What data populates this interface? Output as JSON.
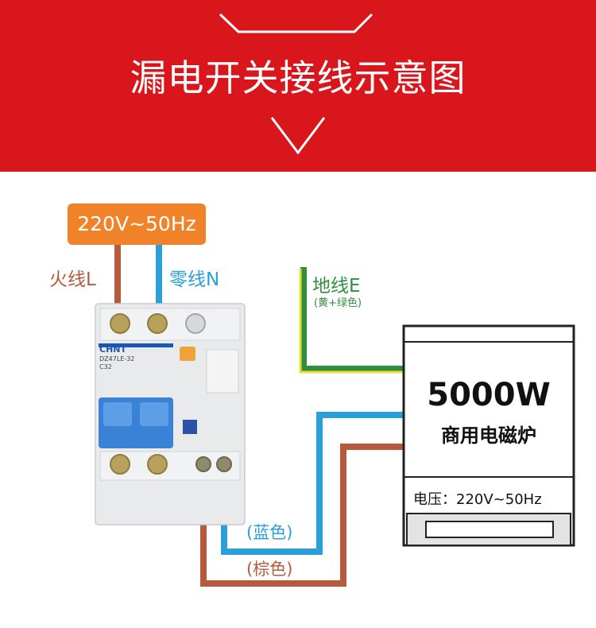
{
  "banner": {
    "title": "漏电开关接线示意图"
  },
  "supply": {
    "label": "220V~50Hz"
  },
  "wires": {
    "live": "火线L",
    "neutral": "零线N",
    "earth": "地线E",
    "earth_note": "(黄+绿色)",
    "blue": "(蓝色)",
    "brown": "(棕色)"
  },
  "breaker": {
    "brand": "CHNT",
    "model": "DZ47LE-32",
    "rating": "C32"
  },
  "appliance": {
    "power": "5000W",
    "name": "商用电磁炉",
    "voltage": "电压：220V~50Hz"
  },
  "colors": {
    "banner": "#d9161c",
    "badge": "#f0822a",
    "brown_wire": "#b55a3c",
    "blue_wire": "#2a9fd8",
    "earth_green": "#2f8f3e",
    "earth_yellow": "#e8e030"
  }
}
